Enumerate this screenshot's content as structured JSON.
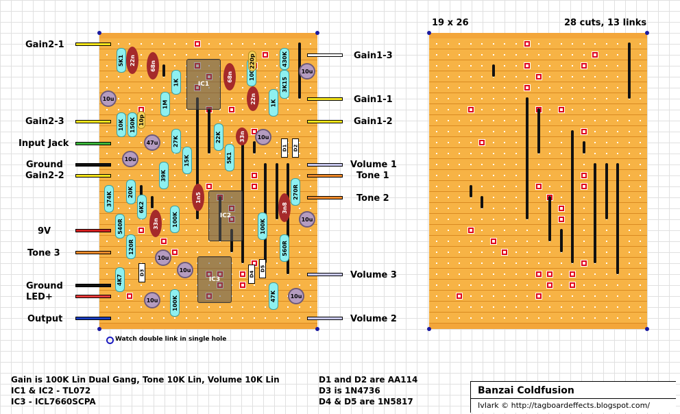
{
  "layout_board": {
    "left_labels": [
      "Gain2-1",
      "Gain2-3",
      "Input Jack",
      "Ground",
      "Gain2-2",
      "9V",
      "Tone 3",
      "Ground",
      "LED+",
      "Output"
    ],
    "right_labels": [
      "Gain1-3",
      "Gain1-1",
      "Gain1-2",
      "Volume 1",
      "Tone 1",
      "Tone 2",
      "Volume 3",
      "Volume 2"
    ],
    "resistors": [
      "5K1",
      "1K",
      "1M",
      "100K",
      "150K",
      "27K",
      "15K",
      "10K",
      "3K15",
      "1K",
      "22K",
      "5K1",
      "270R",
      "374K",
      "20K",
      "39K",
      "540R",
      "6K2",
      "100K",
      "100K",
      "120R",
      "560R",
      "4K7",
      "100K",
      "47K",
      "430K"
    ],
    "caps": [
      "22n",
      "68n",
      "68n",
      "22n",
      "33n",
      "1n5",
      "33n",
      "3n8",
      "10p",
      "220p"
    ],
    "ecaps": [
      "10u",
      "10u",
      "10u",
      "47u",
      "10u",
      "10u",
      "10u",
      "10u",
      "10u",
      "10u",
      "10u"
    ],
    "ics": [
      "IC1",
      "IC2",
      "IC3"
    ],
    "diodes": [
      "D1",
      "D2",
      "D3",
      "D4",
      "D5"
    ],
    "watch_note": "Watch double link in single hole"
  },
  "cuts_board": {
    "size_label": "19 x 26",
    "count_label": "28 cuts, 13 links"
  },
  "notes_left": [
    "Gain is 100K Lin Dual Gang, Tone 10K Lin, Volume 10K Lin",
    "IC1 & IC2 - TL072",
    "IC3 - ICL7660SCPA"
  ],
  "notes_right": [
    "D1 and D2 are AA114",
    "D3 is 1N4736",
    "D4 & D5 are 1N5817"
  ],
  "title_box": {
    "title": "Banzai Coldfusion",
    "credit": "IvIark © http://tagboardeffects.blogspot.com/"
  }
}
